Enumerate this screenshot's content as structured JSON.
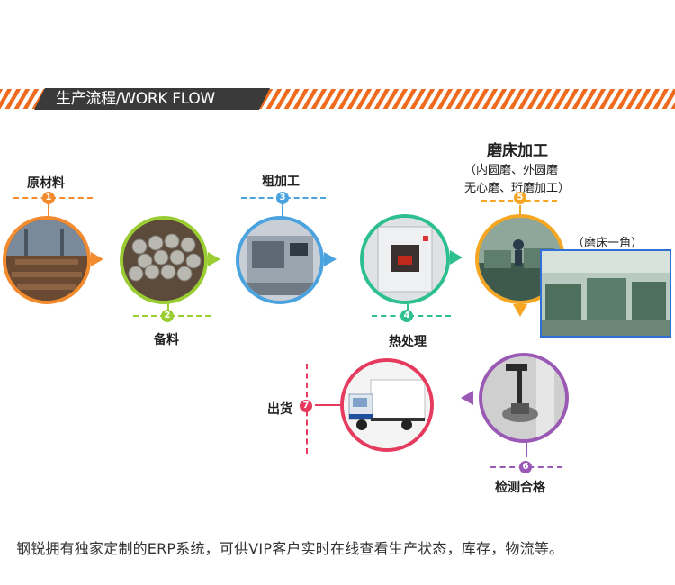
{
  "banner": {
    "title": "生产流程/WORK FLOW"
  },
  "steps": [
    {
      "num": "1",
      "label": "原材料"
    },
    {
      "num": "2",
      "label": "备料"
    },
    {
      "num": "3",
      "label": "粗加工"
    },
    {
      "num": "4",
      "label": "热处理"
    },
    {
      "num": "5",
      "label": "磨床加工",
      "sub_line1": "（内圆磨、外圆磨",
      "sub_line2": "无心磨、珩磨加工）"
    },
    {
      "num": "6",
      "label": "检测合格"
    },
    {
      "num": "7",
      "label": "出货"
    }
  ],
  "grinder_corner": {
    "label": "（磨床一角）"
  },
  "caption": "钢锐拥有独家定制的ERP系统，可供VIP客户实时在线查看生产状态，库存，物流等。",
  "colors": {
    "brand_orange": "#f06a1e",
    "banner_dark": "#3a3a3a",
    "step1": "#f28a2e",
    "step2": "#9acd32",
    "step3": "#4aa3df",
    "step4": "#2ebf8f",
    "step5": "#f5a623",
    "step6": "#9b59b6",
    "step7": "#e63a5e"
  }
}
